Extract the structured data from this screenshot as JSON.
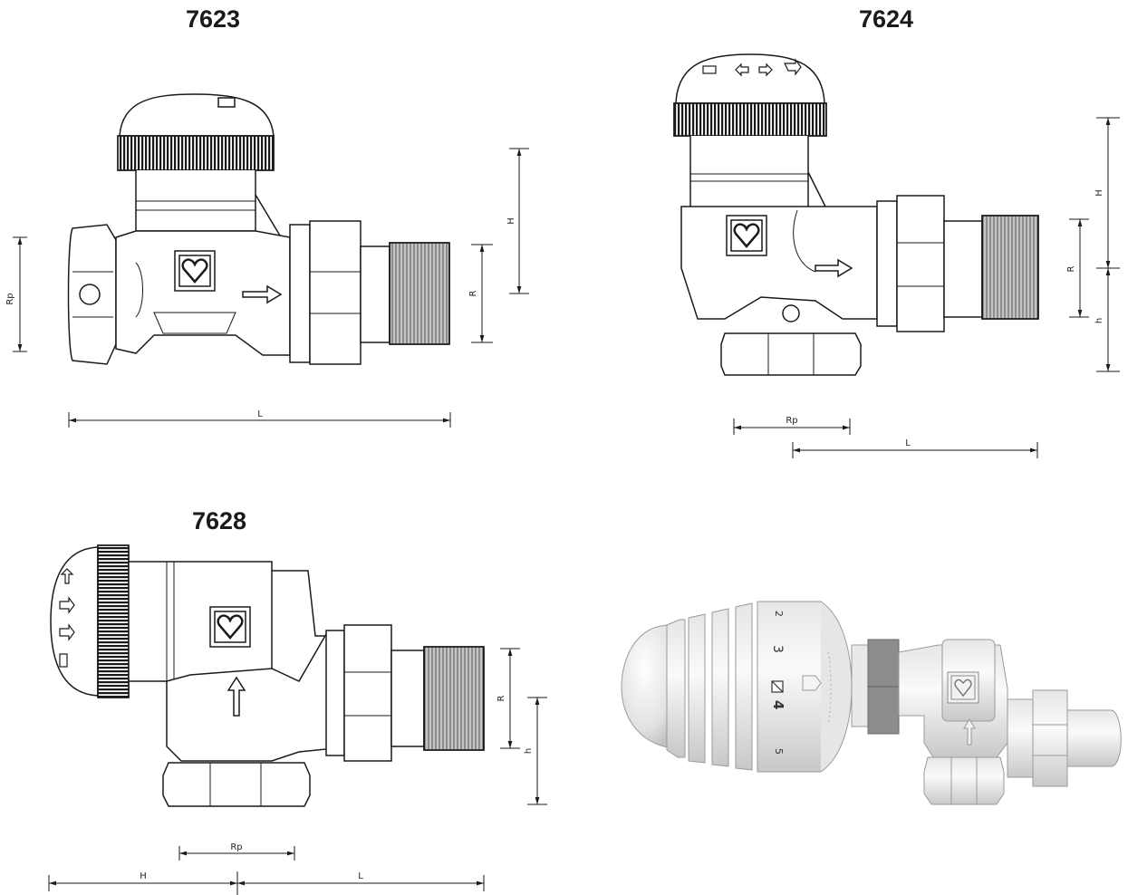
{
  "titles": {
    "fig1": "7623",
    "fig2": "7624",
    "fig3": "7628"
  },
  "dimension_labels": {
    "fig1": {
      "rp": "Rp",
      "r": "R",
      "h_upper": "H",
      "l": "L"
    },
    "fig2": {
      "h_upper": "H",
      "r": "R",
      "h_lower": "h",
      "rp": "Rp",
      "l": "L"
    },
    "fig3": {
      "r": "R",
      "h_lower": "h",
      "rp": "Rp",
      "h_upper": "H",
      "l": "L"
    }
  },
  "thermostat_scale": {
    "n2": "2",
    "n3": "3",
    "n4": "4",
    "n5": "5"
  },
  "colors": {
    "line": "#1a1a1a",
    "metal_light": "#f2f2f2",
    "metal_mid": "#d9d9d9",
    "metal_dark": "#b8b8b8"
  }
}
